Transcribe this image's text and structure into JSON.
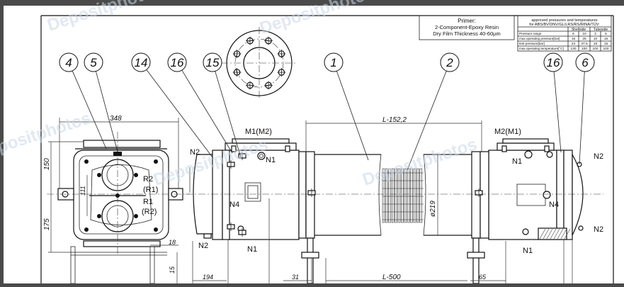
{
  "primer": {
    "line1": "Primer:",
    "line2": "2-Component-Epoxy Resin",
    "line3": "Dry Film Thickness 40-60µm"
  },
  "table": {
    "title1": "approved pressures and temperatures",
    "title2": "for ABS/BV/DNV/GL/LRS/RS/RINA/TÜV:",
    "col_shell": "Shellside",
    "col_tube": "Tubeside",
    "rows": [
      {
        "label": "Pressure range",
        "v": [
          "6",
          "10",
          "3",
          "5"
        ]
      },
      {
        "label": "max.operating pressure[bar]",
        "v": [
          "16",
          "25",
          "10",
          "16"
        ]
      },
      {
        "label": "test pressure[bar]",
        "v": [
          "24",
          "37.5",
          "15",
          "15"
        ]
      },
      {
        "label": "max.operating temperature[°C]",
        "v": [
          "130",
          "100",
          "100",
          "100"
        ]
      }
    ]
  },
  "balloons": [
    "4",
    "5",
    "14",
    "16",
    "15",
    "1",
    "2",
    "16",
    "6"
  ],
  "ports": {
    "m1m2": "M1(M2)",
    "m2m1": "M2(M1)",
    "n1": "N1",
    "n2": "N2",
    "n4": "N4"
  },
  "dims": {
    "d348": "348",
    "d150": "150",
    "d175": "175",
    "d111": "111",
    "d18": "18",
    "d15": "15",
    "d194": "194",
    "d31": "31",
    "l500": "L-500",
    "d65": "65",
    "l152": "L-152,2",
    "dia219": "ø219"
  },
  "flange_labels": [
    "R2",
    "(R1)",
    "R1",
    "(R2)"
  ],
  "watermark": "Depositphotos"
}
